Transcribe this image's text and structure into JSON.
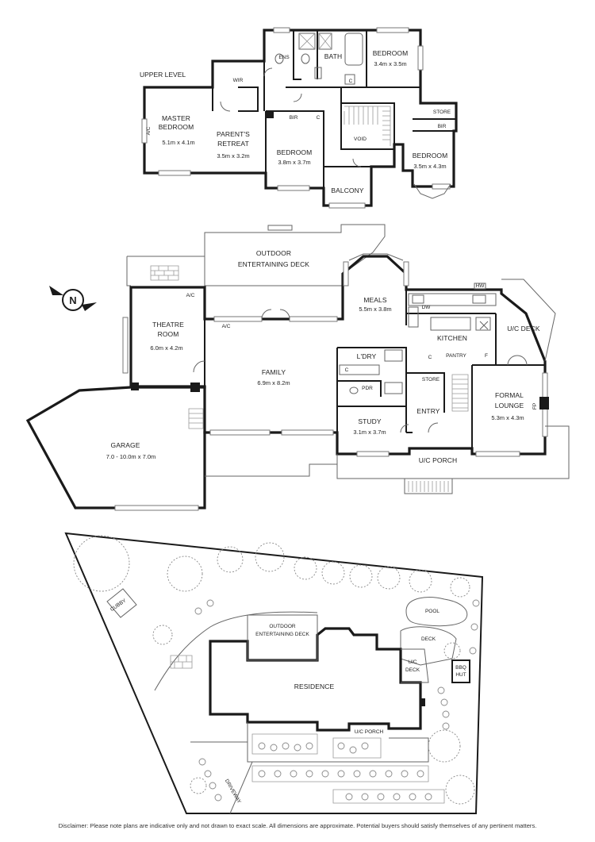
{
  "upper_level": {
    "heading": "UPPER LEVEL",
    "rooms": {
      "master_bedroom": {
        "name_line1": "MASTER",
        "name_line2": "BEDROOM",
        "dims": "5.1m x 4.1m"
      },
      "parents_retreat": {
        "name_line1": "PARENT'S",
        "name_line2": "RETREAT",
        "dims": "3.5m x 3.2m"
      },
      "wir": {
        "name": "WIR"
      },
      "ens": {
        "name": "ENS"
      },
      "bath": {
        "name": "BATH"
      },
      "bedroom_ne": {
        "name": "BEDROOM",
        "dims": "3.4m x 3.5m"
      },
      "bedroom_mid": {
        "name": "BEDROOM",
        "dims": "3.8m x 3.7m"
      },
      "bedroom_e": {
        "name": "BEDROOM",
        "dims": "3.5m x 4.3m"
      },
      "void": {
        "name": "VOID"
      },
      "balcony": {
        "name": "BALCONY"
      },
      "store": {
        "name": "STORE"
      }
    },
    "bir_label": "BIR",
    "cupboard_label": "C",
    "ac_label": "A/C"
  },
  "ground_level": {
    "rooms": {
      "outdoor_deck": {
        "name_line1": "OUTDOOR",
        "name_line2": "ENTERTAINING DECK"
      },
      "meals": {
        "name": "MEALS",
        "dims": "5.5m x 3.8m"
      },
      "kitchen": {
        "name": "KITCHEN"
      },
      "pantry": {
        "name": "PANTRY"
      },
      "uc_deck": {
        "name": "U/C DECK"
      },
      "theatre": {
        "name_line1": "THEATRE",
        "name_line2": "ROOM",
        "dims": "6.0m x 4.2m"
      },
      "family": {
        "name": "FAMILY",
        "dims": "6.9m x 8.2m"
      },
      "laundry": {
        "name": "L'DRY"
      },
      "pdr": {
        "name": "PDR"
      },
      "store": {
        "name": "STORE"
      },
      "formal_lounge": {
        "name_line1": "FORMAL",
        "name_line2": "LOUNGE",
        "dims": "5.3m x 4.3m"
      },
      "study": {
        "name": "STUDY",
        "dims": "3.1m x 3.7m"
      },
      "entry": {
        "name": "ENTRY"
      },
      "uc_porch": {
        "name": "U/C PORCH"
      },
      "garage": {
        "name": "GARAGE",
        "dims": "7.0 - 10.0m x 7.0m"
      }
    },
    "ac_label": "A/C",
    "hw_label": "HW",
    "dw_label": "DW",
    "fridge_label": "F",
    "cupboard_label": "C",
    "fireplace_label": "FP",
    "compass_label": "N"
  },
  "site_plan": {
    "labels": {
      "cubby": "CUBBY",
      "pool": "POOL",
      "deck": "DECK",
      "outdoor_deck_line1": "OUTDOOR",
      "outdoor_deck_line2": "ENTERTAINING DECK",
      "uc_deck_line1": "U/C",
      "uc_deck_line2": "DECK",
      "bbq_line1": "BBQ",
      "bbq_line2": "HUT",
      "residence": "RESIDENCE",
      "uc_porch": "U/C PORCH",
      "driveway": "DRIVEWAY"
    }
  },
  "disclaimer": "Disclaimer: Please note plans are indicative only and not drawn to exact scale. All dimensions are approximate. Potential buyers should satisfy themselves of any pertinent matters."
}
